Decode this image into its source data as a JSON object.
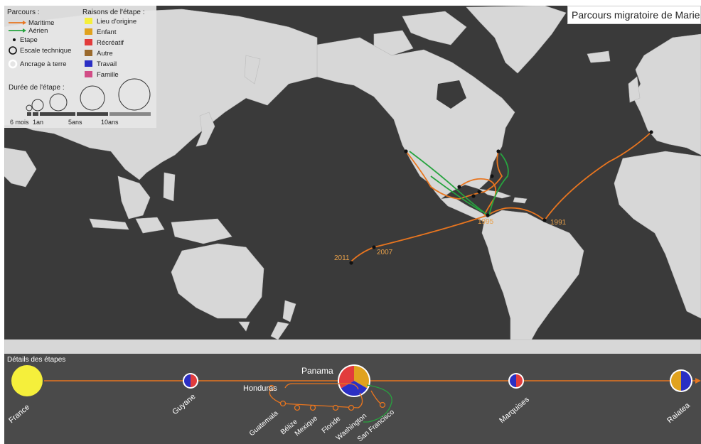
{
  "title": "Parcours migratoire de Marie",
  "legend": {
    "parcours_title": "Parcours :",
    "maritime": "Maritime",
    "aerien": "Aérien",
    "etape": "Etape",
    "escale": "Escale technique",
    "ancrage": "Ancrage à terre",
    "raisons_title": "Raisons de l'étape :",
    "raisons": [
      {
        "label": "Lieu d'origine",
        "color": "#f5ef3b"
      },
      {
        "label": "Enfant",
        "color": "#e0a21e"
      },
      {
        "label": "Récréatif",
        "color": "#e23c3c"
      },
      {
        "label": "Autre",
        "color": "#9a6a2d"
      },
      {
        "label": "Travail",
        "color": "#2b2fc4"
      },
      {
        "label": "Famille",
        "color": "#d14d86"
      }
    ],
    "duree_title": "Durée de l'étape :",
    "duree_scale": [
      "6 mois",
      "1an",
      "5ans",
      "10ans"
    ]
  },
  "colors": {
    "ocean": "#3a3a3a",
    "land": "#d7d7d7",
    "maritime": "#e8751f",
    "aerien": "#27a33f",
    "timeline_bg": "#4a4a4a"
  },
  "map_years": [
    "1991",
    "1995",
    "2007",
    "2011"
  ],
  "timeline": {
    "title": "Détails des étapes",
    "stops": [
      "France",
      "Guyane",
      "Panama",
      "Marquises",
      "Raiatea"
    ],
    "sub_stops": [
      "Honduras",
      "Guatemala",
      "Bélize",
      "Mexique",
      "Floride",
      "Washington",
      "San Francisco"
    ]
  }
}
